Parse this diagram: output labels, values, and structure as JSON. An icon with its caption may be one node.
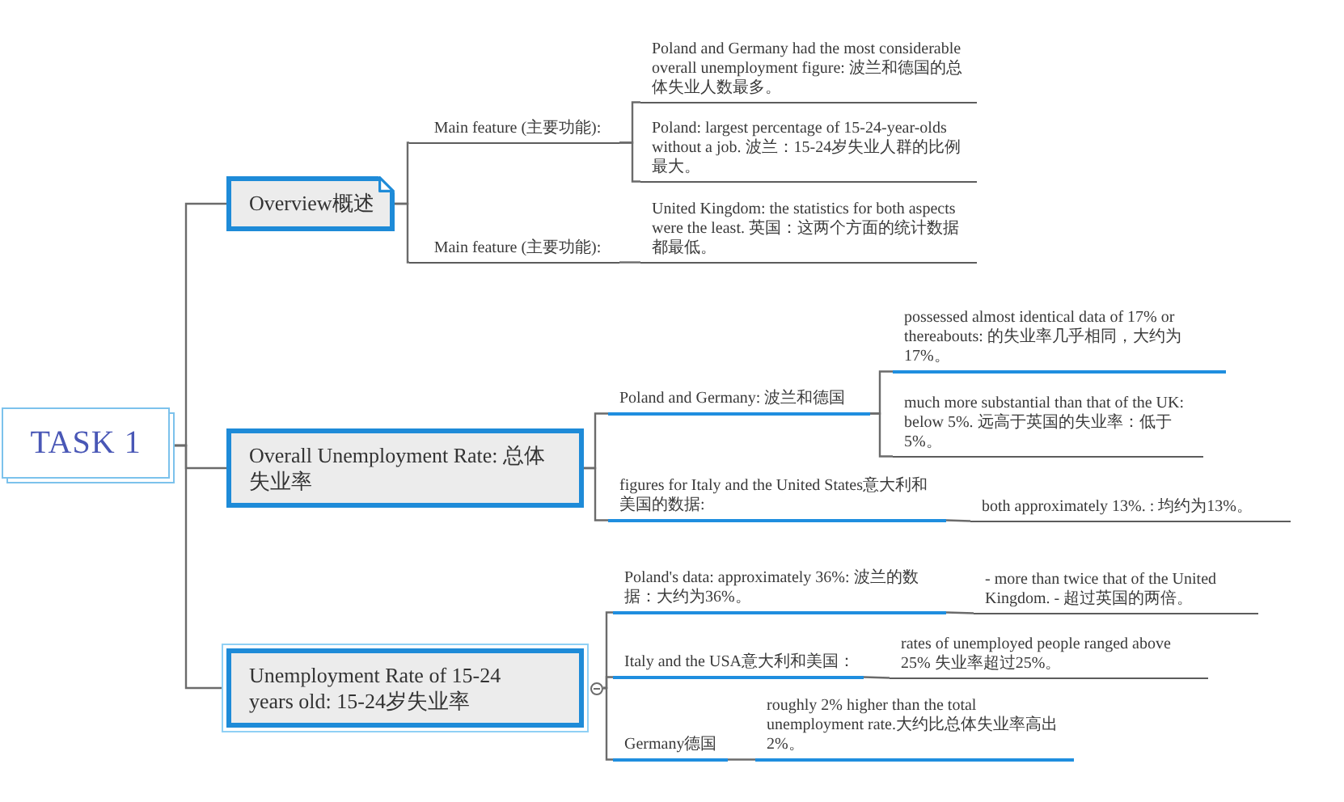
{
  "diagram": {
    "nodes": [
      {
        "text": [
          "TASK 1"
        ]
      },
      {
        "text": [
          "Overview概述"
        ]
      },
      {
        "text": [
          "Main feature (主要功能):"
        ]
      },
      {
        "text": [
          "Main feature (主要功能):"
        ]
      },
      {
        "text": [
          "Poland and Germany had the most considerable overall unemployment figure: 波兰和德国的总体失业人数最多。"
        ]
      },
      {
        "text": [
          "Poland: largest percentage of 15-24-year-olds without a job. 波兰：15-24岁失业人群的比例最大。"
        ]
      },
      {
        "text": [
          "United Kingdom: the statistics for both aspects were the least. 英国：这两个方面的统计数据都最低。"
        ]
      },
      {
        "text": [
          "Overall Unemployment Rate: 总体失业率"
        ]
      },
      {
        "text": [
          "Poland and Germany: 波兰和德国"
        ]
      },
      {
        "text": [
          "figures for Italy and the United States意大利和美国的数据:"
        ]
      },
      {
        "text": [
          "possessed almost identical data of 17% or thereabouts: 的失业率几乎相同，大约为17%。"
        ]
      },
      {
        "text": [
          "much more substantial than that of the UK: below 5%. 远高于英国的失业率：低于5%。"
        ]
      },
      {
        "text": [
          "both approximately 13%. : 均约为13%。"
        ]
      },
      {
        "text": [
          "Unemployment Rate of 15-24 years old: 15-24岁失业率"
        ]
      },
      {
        "text": [
          "Poland's data: approximately 36%: 波兰的数据：大约为36%。"
        ]
      },
      {
        "text": [
          "Italy and the USA意大利和美国："
        ]
      },
      {
        "text": [
          "Germany德国"
        ]
      },
      {
        "text": [
          "- more than twice that of the United Kingdom. - 超过英国的两倍。"
        ]
      },
      {
        "text": [
          "rates of unemployed people ranged above 25% 失业率超过25%。"
        ]
      },
      {
        "text": [
          "roughly 2% higher than the total unemployment rate.大约比总体失业率高出2%。"
        ]
      }
    ],
    "edges": [
      {
        "from": 0,
        "to": 1,
        "arrow": "none"
      },
      {
        "from": 0,
        "to": 7,
        "arrow": "none"
      },
      {
        "from": 0,
        "to": 13,
        "arrow": "none"
      },
      {
        "from": 1,
        "to": 2,
        "arrow": "none"
      },
      {
        "from": 1,
        "to": 3,
        "arrow": "none"
      },
      {
        "from": 2,
        "to": 4,
        "arrow": "none"
      },
      {
        "from": 2,
        "to": 5,
        "arrow": "none"
      },
      {
        "from": 3,
        "to": 6,
        "arrow": "none"
      },
      {
        "from": 7,
        "to": 8,
        "arrow": "none"
      },
      {
        "from": 7,
        "to": 9,
        "arrow": "none"
      },
      {
        "from": 8,
        "to": 10,
        "arrow": "none"
      },
      {
        "from": 8,
        "to": 11,
        "arrow": "none"
      },
      {
        "from": 9,
        "to": 12,
        "arrow": "none"
      },
      {
        "from": 13,
        "to": 14,
        "arrow": "none"
      },
      {
        "from": 13,
        "to": 15,
        "arrow": "none"
      },
      {
        "from": 13,
        "to": 16,
        "arrow": "none"
      },
      {
        "from": 14,
        "to": 17,
        "arrow": "none"
      },
      {
        "from": 15,
        "to": 18,
        "arrow": "none"
      },
      {
        "from": 16,
        "to": 19,
        "arrow": "none"
      }
    ]
  }
}
